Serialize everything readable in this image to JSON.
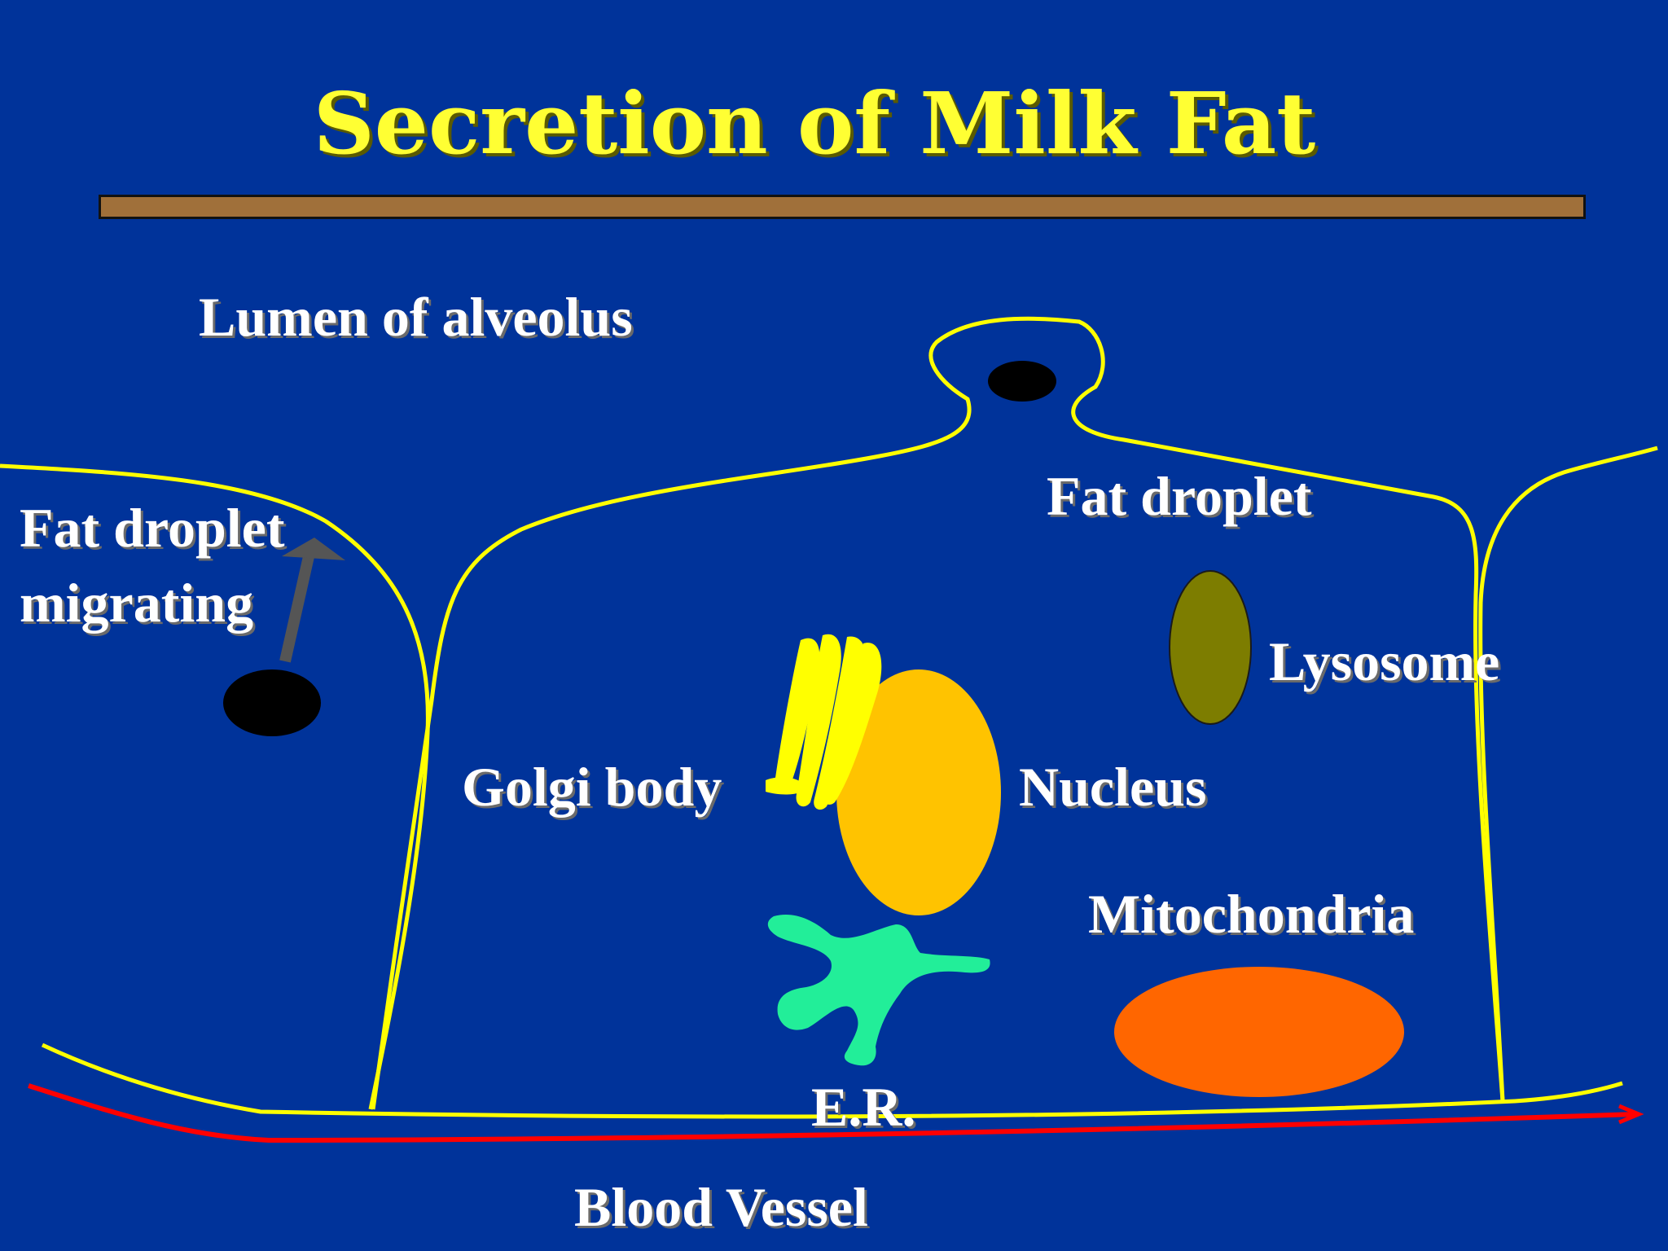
{
  "title": "Secretion of Milk Fat",
  "labels": {
    "lumen": "Lumen of alveolus",
    "fat_droplet_migrating": "Fat droplet\nmigrating",
    "fat_droplet": "Fat droplet",
    "lysosome": "Lysosome",
    "golgi": "Golgi body",
    "nucleus": "Nucleus",
    "mitochondria": "Mitochondria",
    "er": "E.R.",
    "blood_vessel": "Blood Vessel"
  },
  "colors": {
    "background": "#00339a",
    "title": "#ffff33",
    "divider": "#a0703a",
    "membrane": "#ffff00",
    "blood_vessel": "#ff0000",
    "nucleus": "#ffc300",
    "lysosome": "#7d7d00",
    "mitochondria": "#ff6600",
    "er": "#22ee99",
    "golgi": "#ffff00",
    "fat_droplet": "#000000",
    "arrow": "#555555"
  }
}
